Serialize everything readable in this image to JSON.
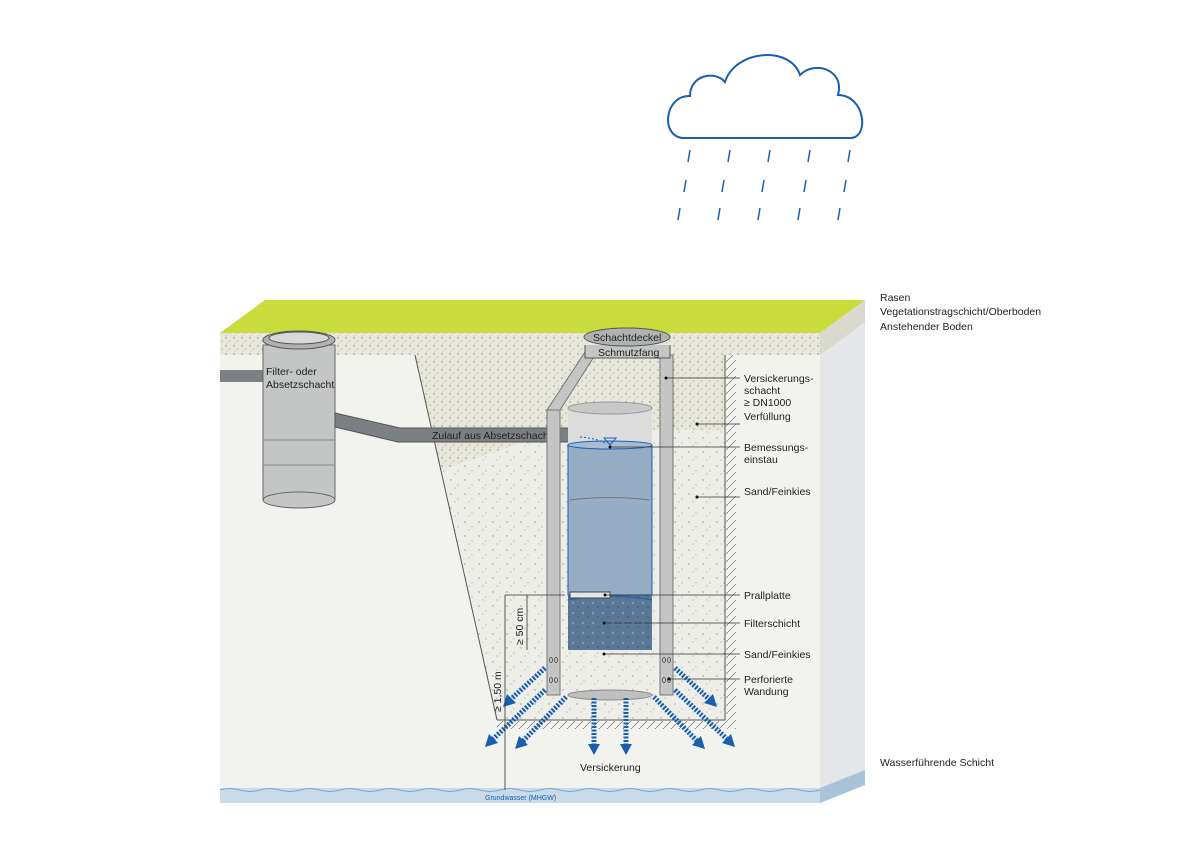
{
  "labels": {
    "rasen": "Rasen",
    "oberboden": "Vegetationstragschicht/Oberboden",
    "anstehend": "Anstehender Boden",
    "schacht_line1": "Versickerungs-",
    "schacht_line2": "schacht",
    "schacht_line3": "≥ DN1000",
    "verfuellung": "Verfüllung",
    "bemessung_line1": "Bemessungs-",
    "bemessung_line2": "einstau",
    "sand_top": "Sand/Feinkies",
    "prallplatte": "Prallplatte",
    "filterschicht": "Filterschicht",
    "sand_bottom": "Sand/Feinkies",
    "perforiert_line1": "Perforierte",
    "perforiert_line2": "Wandung",
    "wasserfuehrend": "Wasserführende Schicht",
    "schachtdeckel": "Schachtdeckel",
    "schmutzfang": "Schmutzfang",
    "filter_line1": "Filter- oder",
    "filter_line2": "Absetzschacht",
    "zulauf": "Zulauf aus Absetzschacht",
    "dim_50": "≥ 50 cm",
    "dim_150": "≥ 1,50 m",
    "versickerung": "Versickerung",
    "grundwasser": "Grundwasser (MHGW)"
  },
  "colors": {
    "grass": "#c8dc3c",
    "water": "#1a5fae",
    "groundwater": "#c9dbe8",
    "soil": "#f2f2ef"
  }
}
